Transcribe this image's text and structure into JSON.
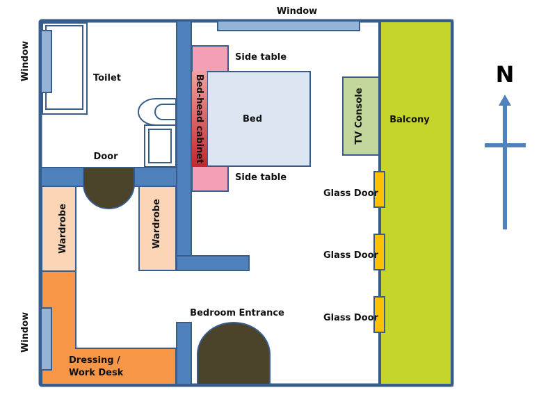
{
  "labels": {
    "window_top": "Window",
    "window_left_top": "Window",
    "window_left_bottom": "Window",
    "toilet": "Toilet",
    "door": "Door",
    "side_table_top": "Side table",
    "side_table_bottom": "Side table",
    "bed_head_cabinet": "Bed-head cabinet",
    "bed": "Bed",
    "tv_console": "TV Console",
    "balcony": "Balcony",
    "glass_door_1": "Glass Door",
    "glass_door_2": "Glass Door",
    "glass_door_3": "Glass Door",
    "wardrobe_left": "Wardrobe",
    "wardrobe_right": "Wardrobe",
    "bedroom_entrance": "Bedroom Entrance",
    "dressing_line1": "Dressing /",
    "dressing_line2": "Work Desk",
    "north": "N"
  },
  "colors": {
    "wall": "#4f81bd",
    "window": "#95b3d7",
    "bed": "#dce6f2",
    "side_table": "#f59fb6",
    "wardrobe": "#fbd5b5",
    "dressing": "#f79646",
    "balcony": "#c5d52b",
    "glass_door": "#ffc000",
    "tv_console": "#c3d69b",
    "door": "#4b432a"
  }
}
